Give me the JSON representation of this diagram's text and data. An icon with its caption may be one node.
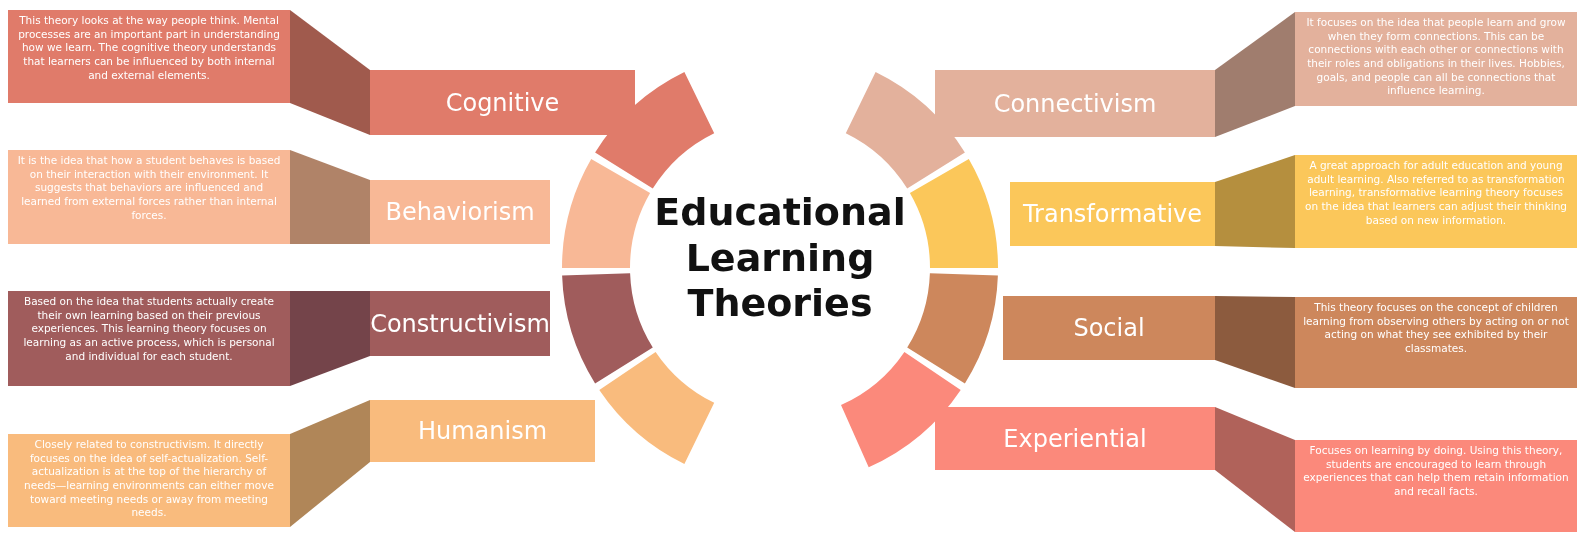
{
  "diagram": {
    "title": "Educational Learning Theories",
    "nodes": [
      {
        "text": [
          "This theory looks at the way people think. Mental processes are an important part in understanding how we learn. The cognitive theory understands that learners can be influenced by both internal and external elements.",
          "Cognitive"
        ]
      },
      {
        "text": [
          "It is the idea that how a student behaves is based on their interaction with their environment. It suggests that behaviors are influenced and learned from external forces rather than internal forces.",
          "Behaviorism"
        ]
      },
      {
        "text": [
          "Based on the idea that students actually create their own learning based on their previous experiences. This learning theory focuses on learning as an active process, which is personal and individual for each student.",
          "Constructivism"
        ]
      },
      {
        "text": [
          "Closely related to constructivism. It directly focuses on the idea of self-actualization. Self-actualization is at the top of the hierarchy of needs—learning environments can either move toward meeting needs or away from meeting needs.",
          "Humanism"
        ]
      },
      {
        "text": [
          "Connectivism",
          "It focuses on the idea that people learn and grow when they form connections. This can be connections with each other or connections with their roles and obligations in their lives. Hobbies, goals, and people can all be connections that influence learning."
        ]
      },
      {
        "text": [
          "Transformative",
          "A great approach for adult education and young adult learning. Also referred to as transformation learning, transformative learning theory focuses on the idea that learners can adjust their thinking based on new information."
        ]
      },
      {
        "text": [
          "Social",
          "This theory focuses on the concept of children learning from observing others by acting on or not acting on what they see exhibited by their classmates."
        ]
      },
      {
        "text": [
          "Experiential",
          "Focuses on learning by doing. Using this theory, students are encouraged to learn through experiences that can help them retain information and recall facts."
        ]
      }
    ]
  }
}
